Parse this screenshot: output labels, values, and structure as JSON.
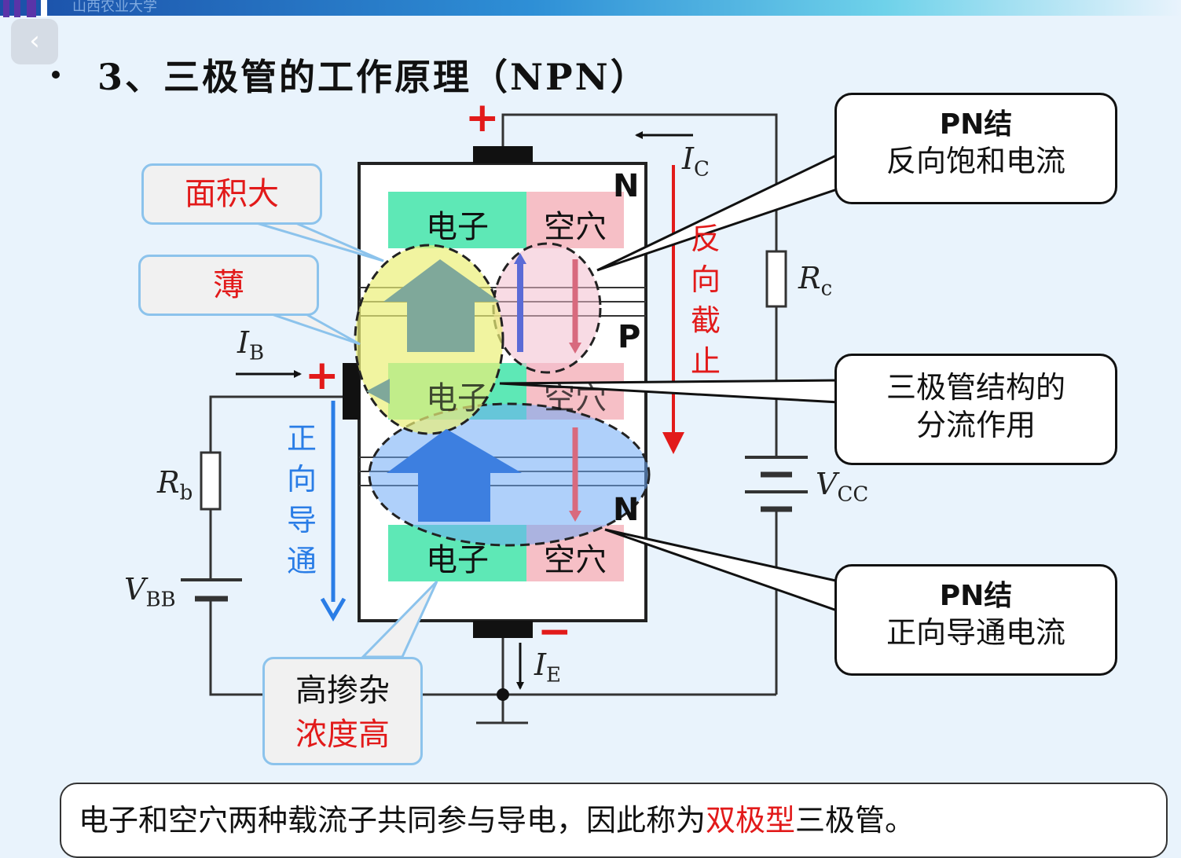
{
  "header": {
    "school_name": "山西农业大学"
  },
  "nav": {
    "back_glyph": "‹"
  },
  "title": "3、三极管的工作原理（NPN）",
  "regions": {
    "electron": "电子",
    "hole": "空穴"
  },
  "layers": {
    "top": "N",
    "middle": "P",
    "bottom": "N"
  },
  "labels": {
    "area": "面积大",
    "thin": "薄",
    "doping_line1": "高掺杂",
    "doping_line2": "浓度高"
  },
  "callouts": {
    "top_line1": "PN结",
    "top_line2": "反向饱和电流",
    "middle_line1": "三极管结构的",
    "middle_line2": "分流作用",
    "bottom_line1": "PN结",
    "bottom_line2": "正向导通电流"
  },
  "vertical_texts": {
    "reverse_cutoff": "反向截止",
    "forward_conduct": "正向导通"
  },
  "symbols": {
    "ic": "I",
    "ic_sub": "C",
    "ib": "I",
    "ib_sub": "B",
    "ie": "I",
    "ie_sub": "E",
    "rc": "R",
    "rc_sub": "c",
    "rb": "R",
    "rb_sub": "b",
    "vcc": "V",
    "vcc_sub": "CC",
    "vbb": "V",
    "vbb_sub": "BB"
  },
  "polarity": {
    "plus": "+",
    "minus": "−"
  },
  "summary": {
    "before": "电子和空穴两种载流子共同参与导电，因此称为",
    "highlight": "双极型",
    "after": "三极管。"
  },
  "colors": {
    "electron_region": "#5ee8b6",
    "hole_region": "#f6bfc6",
    "emphasis_red": "#e21a1a",
    "forward_blue": "#2a7de6",
    "label_border": "#8cc3ec"
  }
}
